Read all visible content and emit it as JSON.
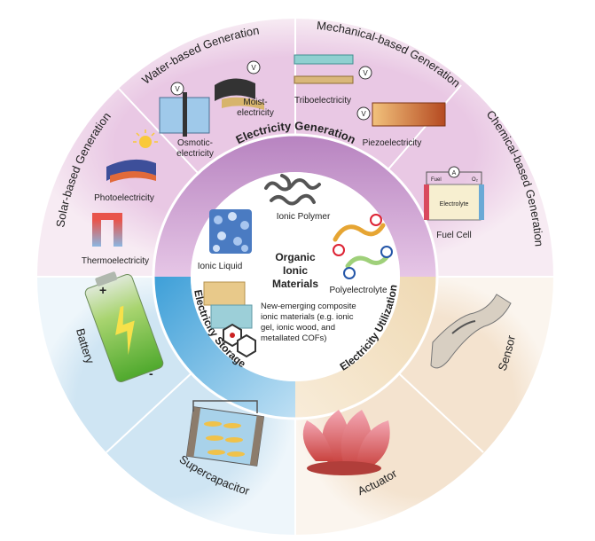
{
  "center": {
    "line1": "Organic",
    "line2": "Ionic",
    "line3": "Materials"
  },
  "inner_ring": {
    "generation": "Electricity Generation",
    "storage": "Electricity Storage",
    "utilization": "Electricity Utilization"
  },
  "materials": {
    "ionic_polymer": "Ionic Polymer",
    "ionic_liquid": "Ionic Liquid",
    "polyelectrolyte": "Polyelectrolyte",
    "composite_line1": "New-emerging composite",
    "composite_line2": "ionic materials (e.g. ionic",
    "composite_line3": "gel, ionic wood, and",
    "composite_line4": "metallated COFs)"
  },
  "outer_ring": {
    "water": "Water-based Generation",
    "mechanical": "Mechanical-based Generation",
    "chemical": "Chemical-based Generation",
    "solar": "Solar-based Generation",
    "battery": "Battery",
    "supercapacitor": "Supercapacitor",
    "actuator": "Actuator",
    "sensor": "Sensor"
  },
  "items": {
    "moist_1": "Moist-",
    "moist_2": "electricity",
    "osmotic_1": "Osmotic-",
    "osmotic_2": "electricity",
    "tribo": "Triboelectricity",
    "piezo": "Piezoelectricity",
    "photo": "Photoelectricity",
    "thermo": "Thermoelectricity",
    "fuel_cell": "Fuel Cell",
    "electrolyte": "Electrolyte",
    "fuel": "Fuel",
    "oxygen": "O₂",
    "amp": "A",
    "volt": "V",
    "plus": "+",
    "minus": "-"
  },
  "colors": {
    "generation_ring": "#c48fc4",
    "storage_ring": "#6fb7df",
    "utilization_ring": "#f2e2c4",
    "outer_generation": "#f6e4ef",
    "outer_storage": "#e3f0f7",
    "outer_utilization": "#f8efe4"
  }
}
